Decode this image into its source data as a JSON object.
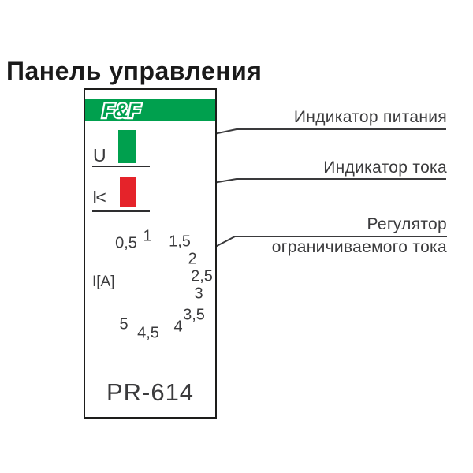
{
  "title": "Панель управления",
  "device": {
    "logo": "F&F",
    "model": "PR-614",
    "voltage_indicator_label": "U",
    "current_indicator_label": "I<",
    "dial": {
      "unit_label": "I[A]",
      "scale": [
        "0,5",
        "1",
        "1,5",
        "2",
        "2,5",
        "3",
        "3,5",
        "4",
        "4,5",
        "5"
      ]
    }
  },
  "callouts": {
    "power": "Индикатор питания",
    "current": "Индикатор тока",
    "regulator_line1": "Регулятор",
    "regulator_line2": "ограничиваемого тока"
  },
  "colors": {
    "brand_green": "#00A04E",
    "led_red": "#E5232A",
    "dial_red": "#EC2227",
    "dial_arrow_pink": "#D7A9A2",
    "line_dark": "#3a3a3c"
  }
}
